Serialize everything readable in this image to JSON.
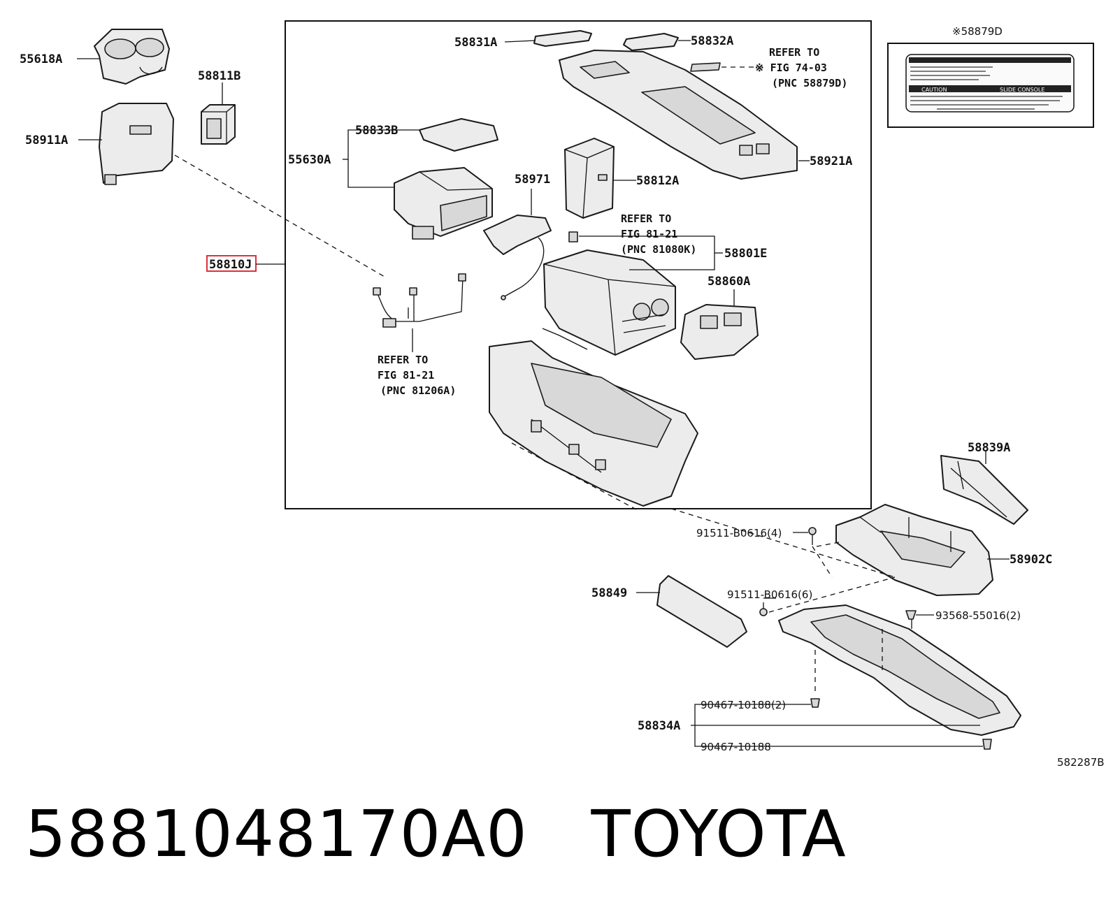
{
  "labels": {
    "p55618A": "55618A",
    "p58811B": "58811B",
    "p58911A": "58911A",
    "p58810J": "58810J",
    "p58831A": "58831A",
    "p58832A": "58832A",
    "p58833B": "58833B",
    "p55630A": "55630A",
    "p58971": "58971",
    "p58812A": "58812A",
    "p58921A": "58921A",
    "p58801E": "58801E",
    "p58860A": "58860A",
    "p58839A": "58839A",
    "p58902C": "58902C",
    "p58849": "58849",
    "p58834A": "58834A",
    "p58879D": "※58879D",
    "screw1": "91511-B0616(4)",
    "screw2": "91511-B0616(6)",
    "clip1": "93568-55016(2)",
    "clip2": "90467-10188(2)",
    "clip3": "90467-10188",
    "diagram_id": "582287B"
  },
  "notes": {
    "refer1": [
      "REFER TO",
      "※ FIG 74-03",
      "(PNC 58879D)"
    ],
    "refer2": [
      "REFER TO",
      "FIG 81-21",
      "(PNC 81080K)"
    ],
    "refer3": [
      "REFER TO",
      "FIG 81-21",
      "(PNC 81206A)"
    ]
  },
  "caution_label": {
    "heading_left": "CAUTION",
    "heading_right": "SLIDE CONSOLE"
  },
  "footer": {
    "part_number": "5881048170A0",
    "brand": "TOYOTA"
  }
}
